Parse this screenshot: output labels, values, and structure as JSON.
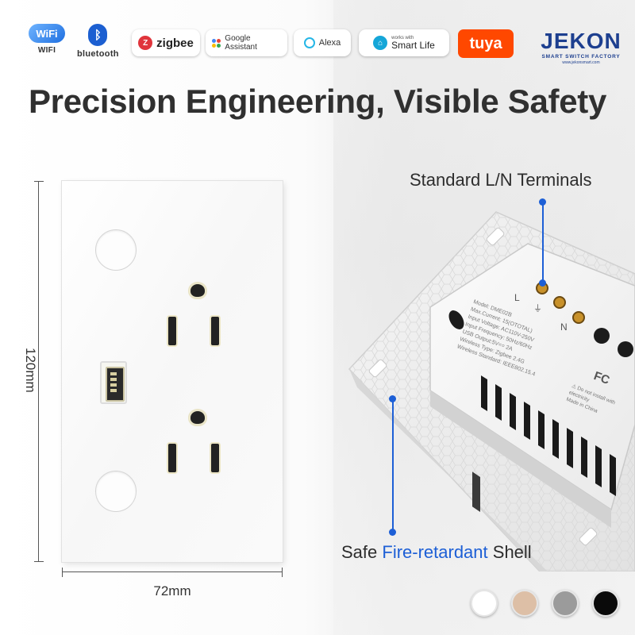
{
  "badges": {
    "wifi": {
      "icon": "wifi-icon",
      "mark": "WiFi",
      "label": "WIFI"
    },
    "bluetooth": {
      "icon": "bluetooth-icon",
      "mark": "ᛒ",
      "label": "bluetooth"
    },
    "zigbee": {
      "icon": "zigbee-icon",
      "mark": "Z",
      "label": "zigbee"
    },
    "google_assistant": {
      "icon": "google-assistant-icon",
      "label": "Google Assistant"
    },
    "alexa": {
      "icon": "alexa-icon",
      "label": "Alexa"
    },
    "smartthings": {
      "icon": "smartthings-icon",
      "small": "works with",
      "label": "Smart Life"
    },
    "tuya": {
      "label": "tuya"
    }
  },
  "brand": {
    "name": "JEKON",
    "tagline": "SMART SWITCH FACTORY",
    "website": "www.jekonsmart.com",
    "color": "#1d3f8f"
  },
  "headline": "Precision Engineering, Visible Safety",
  "dimensions": {
    "height": "120mm",
    "width": "72mm"
  },
  "callouts": {
    "terminals": "Standard L/N Terminals",
    "shell_prefix": "Safe ",
    "shell_highlight": "Fire-retardant",
    "shell_suffix": " Shell"
  },
  "rear_label": {
    "terminal_l": "L",
    "terminal_n": "N",
    "ground_symbol": "⏚",
    "spec_lines": [
      "Model: DME02B",
      "Max.Current: 15(OTOTAL)",
      "Input Voltage: AC110V-250V",
      "Input Frequency: 50Hz/60Hz",
      "USB Output:5V== 2A",
      "Wireless Type: Zigbee 2.4G",
      "Wireless Standard: IEEE802.15.4"
    ],
    "fc_mark": "FC",
    "warning": "⚠ Do not install with",
    "warning2": "electricity",
    "made_in": "Made in China"
  },
  "colors": {
    "accent": "#1d5fd6",
    "headline": "#303030",
    "tuya": "#ff4800"
  },
  "swatches": [
    {
      "name": "white",
      "color": "#ffffff"
    },
    {
      "name": "gold",
      "color": "#ddbfa6"
    },
    {
      "name": "grey",
      "color": "#9b9b9b"
    },
    {
      "name": "black",
      "color": "#0a0a0a"
    }
  ]
}
